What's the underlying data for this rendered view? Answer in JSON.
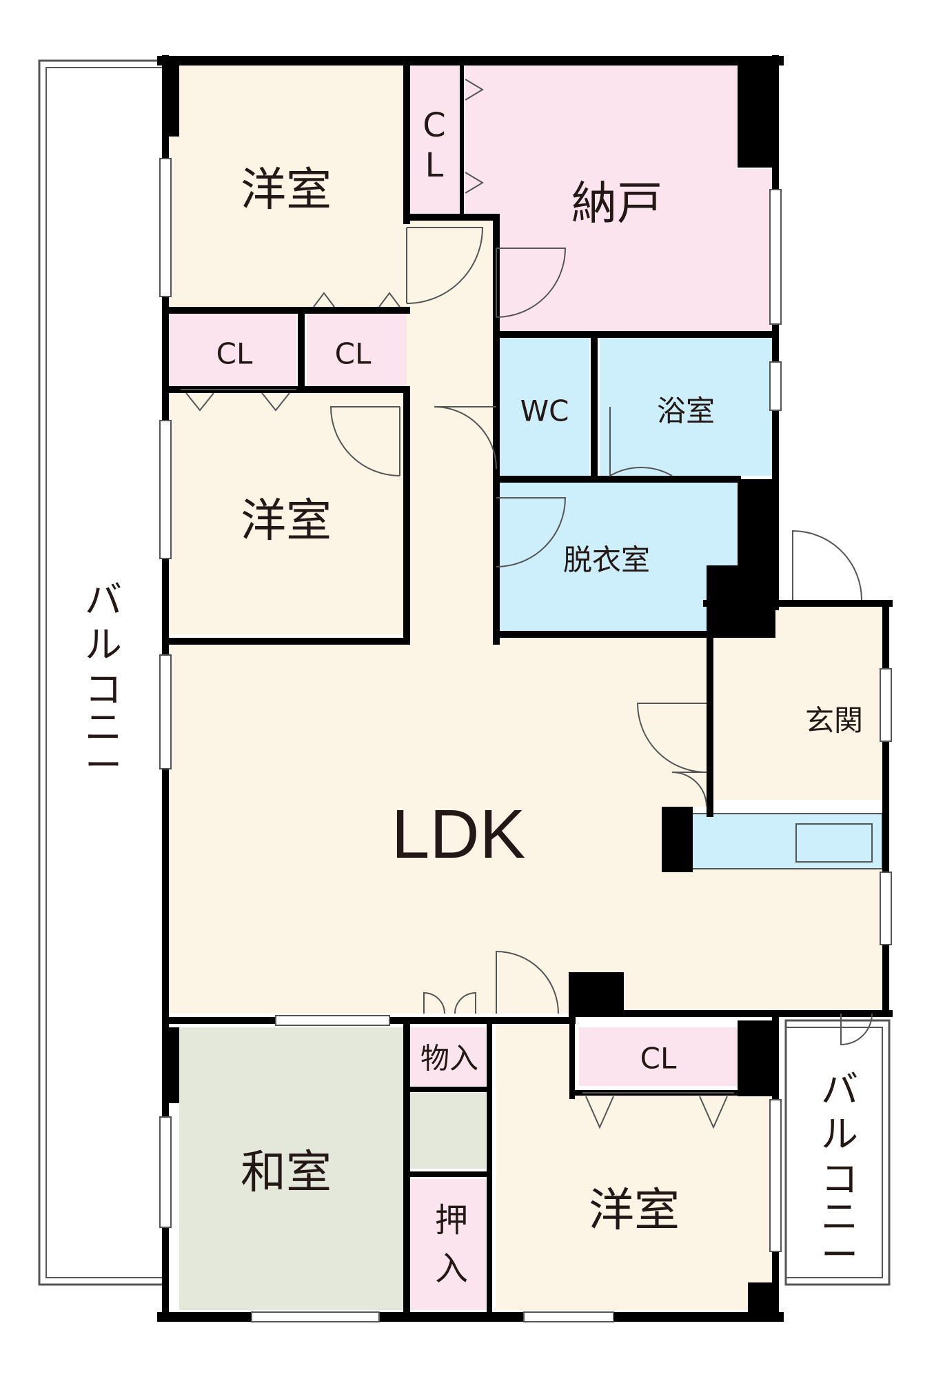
{
  "rooms": {
    "western_top": "洋室",
    "western_mid": "洋室",
    "western_bottom": "洋室",
    "storage_room": "納戸",
    "closet_top": "C\nL",
    "closet_left": "CL",
    "closet_right": "CL",
    "closet_bottom": "CL",
    "wc": "WC",
    "bath": "浴室",
    "dressing": "脱衣室",
    "entrance": "玄関",
    "ldk": "LDK",
    "japanese": "和室",
    "storage_small": "物入",
    "oshiire": "押入"
  },
  "balconies": {
    "left": "バルコニー",
    "right": "バルコニー"
  },
  "colors": {
    "western": "#fcf4e4",
    "storage": "#fbe4ee",
    "water": "#cdeefb",
    "japanese": "#e3e8da",
    "wall": "#000000"
  }
}
